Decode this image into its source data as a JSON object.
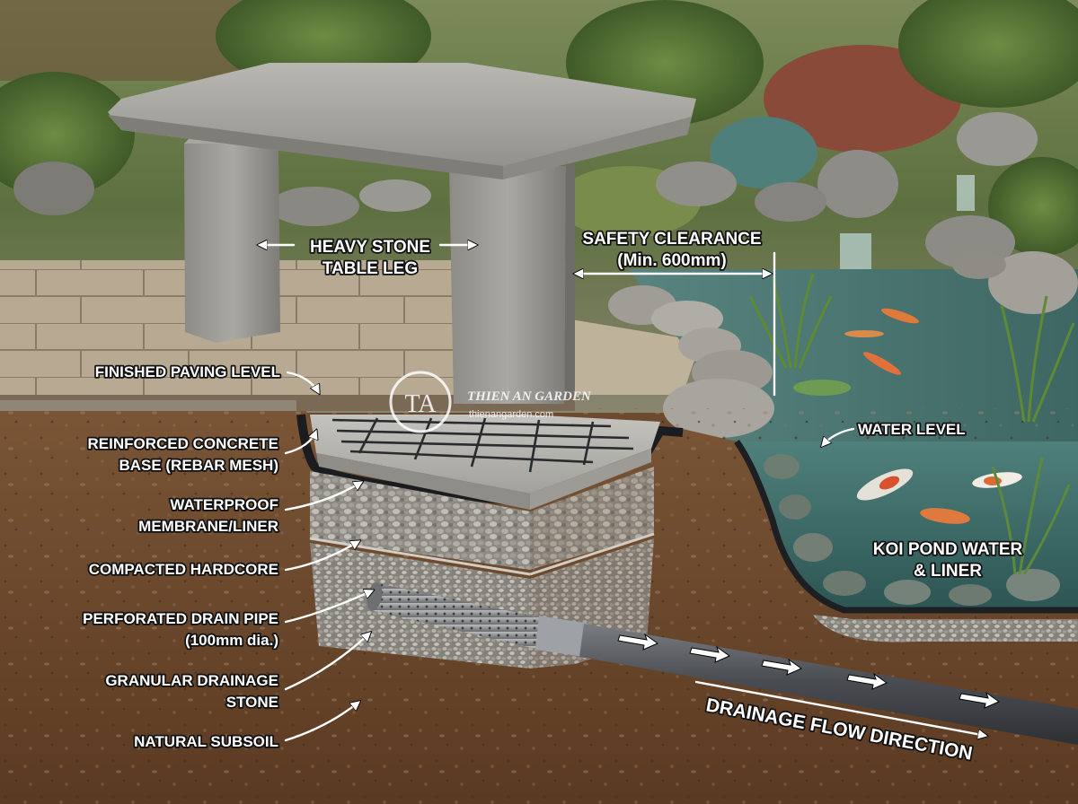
{
  "labels": {
    "heavy_stone_leg_1": "HEAVY STONE",
    "heavy_stone_leg_2": "TABLE LEG",
    "safety_clearance_1": "SAFETY CLEARANCE",
    "safety_clearance_2": "(Min. 600mm)",
    "finished_paving": "FINISHED PAVING LEVEL",
    "concrete_base_1": "REINFORCED CONCRETE",
    "concrete_base_2": "BASE (REBAR MESH)",
    "membrane_1": "WATERPROOF",
    "membrane_2": "MEMBRANE/LINER",
    "hardcore": "COMPACTED HARDCORE",
    "drain_pipe_1": "PERFORATED DRAIN PIPE",
    "drain_pipe_2": "(100mm dia.)",
    "drainage_stone_1": "GRANULAR DRAINAGE",
    "drainage_stone_2": "STONE",
    "subsoil": "NATURAL SUBSOIL",
    "water_level": "WATER LEVEL",
    "koi_pond_1": "KOI POND WATER",
    "koi_pond_2": "& LINER",
    "drainage_flow": "DRAINAGE FLOW DIRECTION"
  },
  "watermark": {
    "monogram": "TA",
    "brand": "THIEN AN GARDEN",
    "site": "thienangarden.com"
  },
  "colors": {
    "soil": "#6b4a30",
    "concrete": "#b9b8b3",
    "gravel": "#9a968f",
    "pond_water": "#3d6a68",
    "pipe": "#4a4d52",
    "stone": "#9c9a95",
    "label_fill": "#ffffff",
    "label_outline": "#111111"
  }
}
